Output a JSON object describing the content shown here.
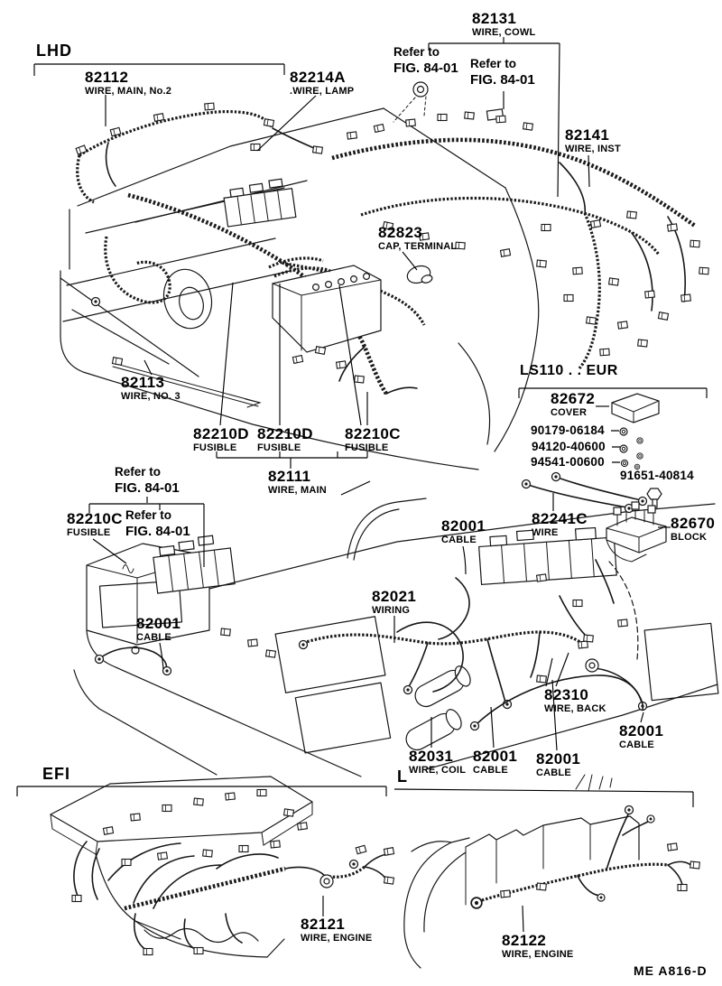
{
  "page": {
    "footer_code": "ME A816-D"
  },
  "colors": {
    "ink": "#000000",
    "paper": "#ffffff"
  },
  "sections": {
    "lhd": "LHD",
    "ls110": "LS110 . . EUR",
    "efi": "EFI",
    "l": "L"
  },
  "refer_note": {
    "line1": "Refer to",
    "line2": "FIG. 84-01"
  },
  "parts": [
    {
      "number": "82112",
      "name": "WIRE, MAIN, No.2"
    },
    {
      "number": "82214A",
      "name": ".WIRE, LAMP"
    },
    {
      "number": "82131",
      "name": "WIRE, COWL"
    },
    {
      "number": "82141",
      "name": "WIRE, INST"
    },
    {
      "number": "82823",
      "name": "CAP, TERMINAL"
    },
    {
      "number": "82113",
      "name": "WIRE, NO. 3"
    },
    {
      "number": "82210D",
      "name": "FUSIBLE"
    },
    {
      "number": "82210D",
      "name": "FUSIBLE"
    },
    {
      "number": "82210C",
      "name": "FUSIBLE"
    },
    {
      "number": "82111",
      "name": "WIRE, MAIN"
    },
    {
      "number": "82210C",
      "name": "FUSIBLE"
    },
    {
      "number": "82001",
      "name": "CABLE"
    },
    {
      "number": "82241C",
      "name": "WIRE"
    },
    {
      "number": "82672",
      "name": "COVER"
    },
    {
      "number": "82670",
      "name": "BLOCK"
    },
    {
      "number": "82021",
      "name": "WIRING"
    },
    {
      "number": "82001",
      "name": "CABLE"
    },
    {
      "number": "82310",
      "name": "WIRE, BACK"
    },
    {
      "number": "82001",
      "name": "CABLE"
    },
    {
      "number": "82031",
      "name": "WIRE, COIL"
    },
    {
      "number": "82001",
      "name": "CABLE"
    },
    {
      "number": "82001",
      "name": "CABLE"
    },
    {
      "number": "82121",
      "name": "WIRE, ENGINE"
    },
    {
      "number": "82122",
      "name": "WIRE, ENGINE"
    }
  ],
  "hardware": [
    "90179-06184",
    "94120-40600",
    "94541-00600",
    "91651-40814"
  ]
}
